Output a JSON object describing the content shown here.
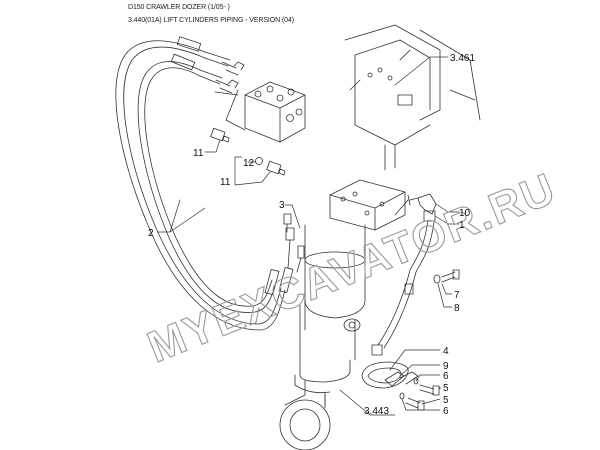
{
  "header": {
    "title": "D150 CRAWLER DOZER (1/05- )",
    "subtitle": "3.440(01A) LIFT CYLINDERS PIPING - VERSION (04)"
  },
  "watermark": "MYEXCAVATOR.RU",
  "callouts": [
    {
      "id": "c-3461",
      "label": "3.461"
    },
    {
      "id": "c-11a",
      "label": "11"
    },
    {
      "id": "c-12",
      "label": "12"
    },
    {
      "id": "c-11b",
      "label": "11"
    },
    {
      "id": "c-3",
      "label": "3"
    },
    {
      "id": "c-10",
      "label": "10"
    },
    {
      "id": "c-1",
      "label": "1"
    },
    {
      "id": "c-2",
      "label": "2"
    },
    {
      "id": "c-7",
      "label": "7"
    },
    {
      "id": "c-8",
      "label": "8"
    },
    {
      "id": "c-4",
      "label": "4"
    },
    {
      "id": "c-9",
      "label": "9"
    },
    {
      "id": "c-6a",
      "label": "6"
    },
    {
      "id": "c-5a",
      "label": "5"
    },
    {
      "id": "c-5b",
      "label": "5"
    },
    {
      "id": "c-6b",
      "label": "6"
    },
    {
      "id": "c-3443",
      "label": "3.443"
    }
  ],
  "colors": {
    "line": "#333333",
    "background": "#ffffff",
    "watermark": "#9a9a9a"
  }
}
